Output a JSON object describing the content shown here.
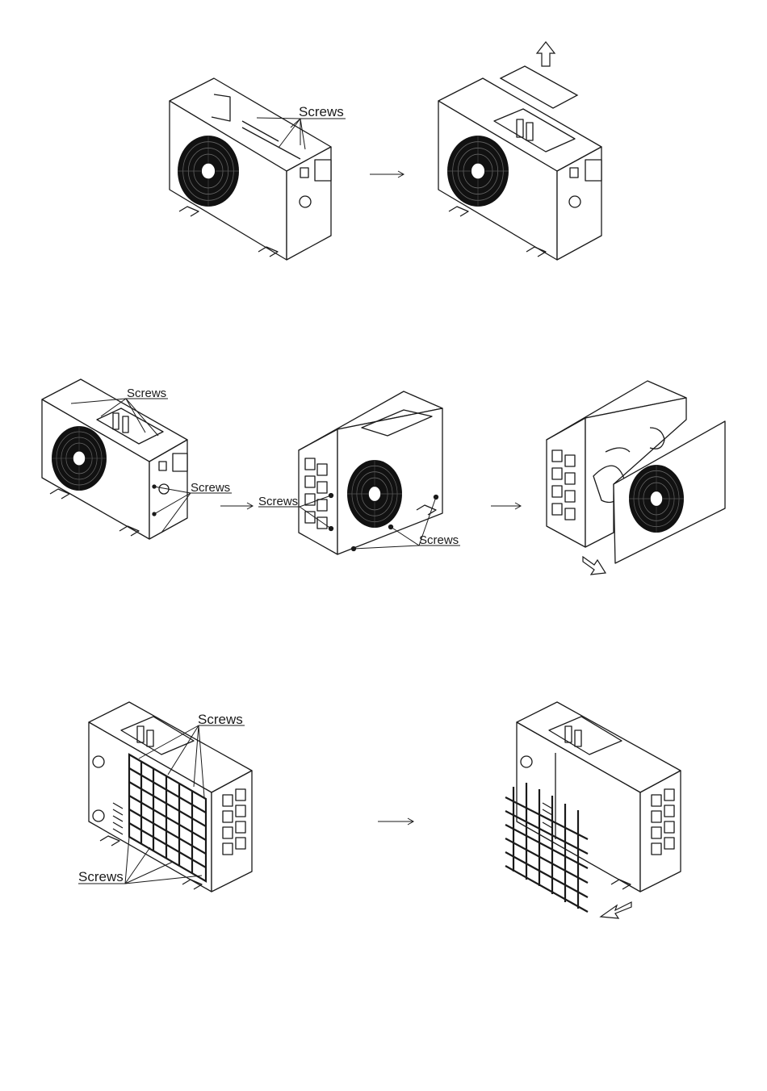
{
  "labels": {
    "screws": "Screws"
  },
  "colors": {
    "line": "#1a1a1a",
    "fan": "#111111",
    "background": "#ffffff"
  },
  "diagram": {
    "kind": "disassembly-instructions",
    "rows": [
      {
        "name": "remove-top-cover",
        "steps": 2
      },
      {
        "name": "remove-front-panel",
        "steps": 3
      },
      {
        "name": "remove-rear-grille",
        "steps": 2
      }
    ]
  }
}
